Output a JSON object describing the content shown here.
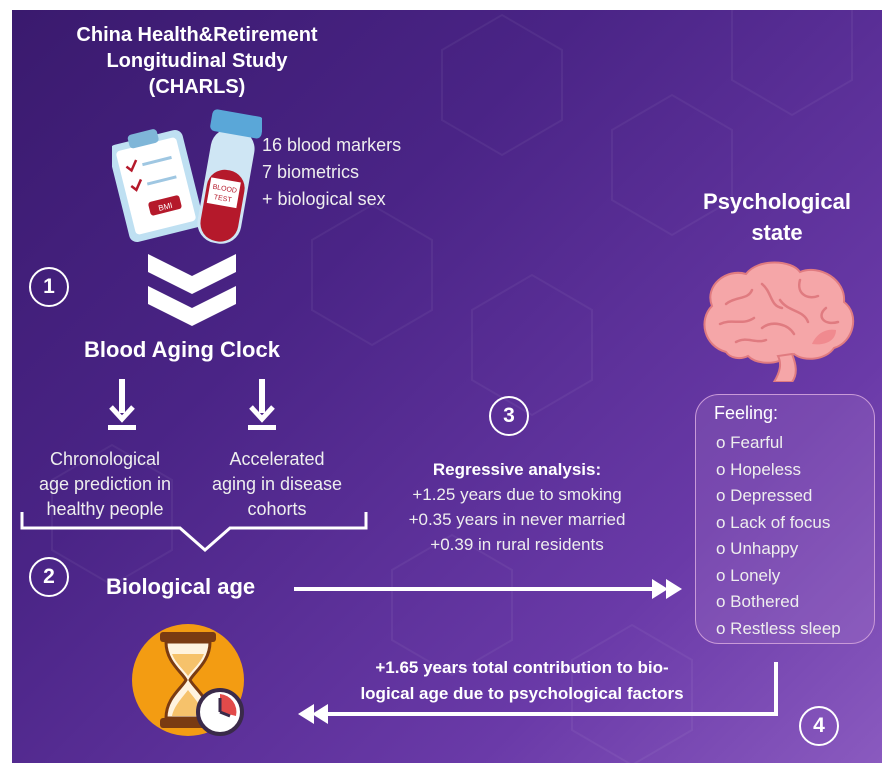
{
  "header": {
    "title_lines": [
      "China Health&Retirement",
      "Longitudinal Study",
      "(CHARLS)"
    ]
  },
  "inputs": {
    "lines": [
      "16 blood markers",
      "7 biometrics",
      "+ biological sex"
    ],
    "clipboard_label": "BMI",
    "tube_label_lines": [
      "BLOOD",
      "TEST"
    ]
  },
  "steps": {
    "s1": "1",
    "s2": "2",
    "s3": "3",
    "s4": "4"
  },
  "clock": {
    "title": "Blood Aging Clock"
  },
  "outcomes": {
    "left_lines": [
      "Chronological",
      "age prediction in",
      "healthy people"
    ],
    "right_lines": [
      "Accelerated",
      "aging in disease",
      "cohorts"
    ]
  },
  "biological_age": {
    "label": "Biological age"
  },
  "regression": {
    "heading": "Regressive analysis:",
    "lines": [
      "+1.25 years due to smoking",
      "+0.35 years in never married",
      "+0.39 in rural residents"
    ]
  },
  "psychological": {
    "title_lines": [
      "Psychological",
      "state"
    ],
    "feeling_heading": "Feeling:",
    "feelings": [
      "o Fearful",
      "o Hopeless",
      "o Depressed",
      "o Lack of focus",
      "o Unhappy",
      "o Lonely",
      "o Bothered",
      "o Restless sleep"
    ]
  },
  "contribution": {
    "lines": [
      "+1.65 years total contribution to bio-",
      "logical age due to psychological factors"
    ]
  },
  "colors": {
    "background_start": "#3a1a6e",
    "background_end": "#8a5abf",
    "feeling_box_border": "#c99ad8",
    "brain_pink": "#f5a6a8",
    "hourglass_orange": "#f39c12",
    "blood_red": "#b5192b"
  }
}
